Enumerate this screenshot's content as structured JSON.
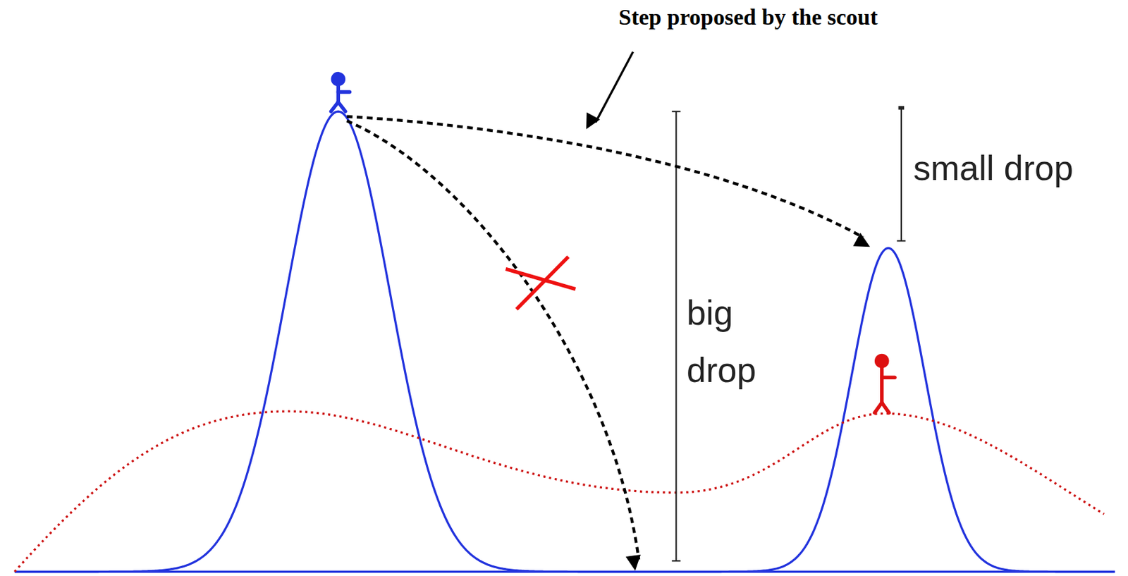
{
  "diagram": {
    "labels": [
      "Step proposed by the scout",
      "small drop",
      "big drop"
    ]
  }
}
